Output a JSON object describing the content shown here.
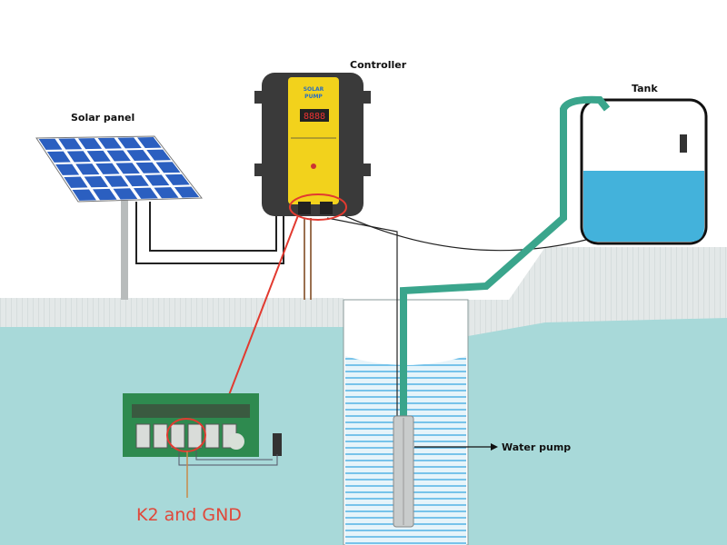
{
  "labels": {
    "solar_panel": "Solar panel",
    "controller": "Controller",
    "tank": "Tank",
    "water_pump": "Water pump",
    "terminal_callout": "K2 and GND"
  },
  "controller_display": "8888",
  "colors": {
    "ground": "#a8d9d9",
    "soil_strip": "#dfe5e5",
    "pipe": "#3aa58c",
    "tank_water": "#43b2db",
    "controller_body": "#3a3a3a",
    "controller_panel": "#f2d21c",
    "highlight_ring": "#e23a30",
    "pcb": "#2e8a4f",
    "solar_cell": "#2b5fc0"
  }
}
